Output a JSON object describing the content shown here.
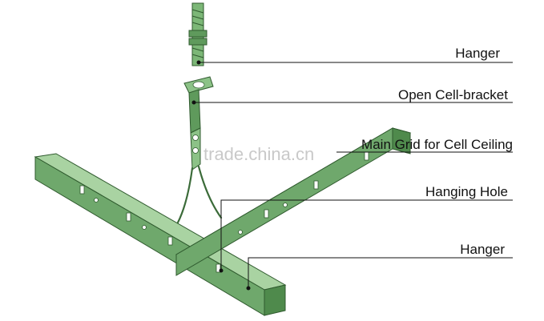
{
  "labels": {
    "hanger_top": "Hanger",
    "open_cell_bracket": "Open Cell-bracket",
    "main_grid": "Main Grid for Cell Ceiling",
    "hanging_hole": "Hanging Hole",
    "hanger_bottom": "Hanger"
  },
  "watermark": "trade.china.cn",
  "colors": {
    "rail": "#6fa86c",
    "rail_top": "#a9d3a2",
    "bracket": "#8cc287",
    "line": "#111111"
  }
}
